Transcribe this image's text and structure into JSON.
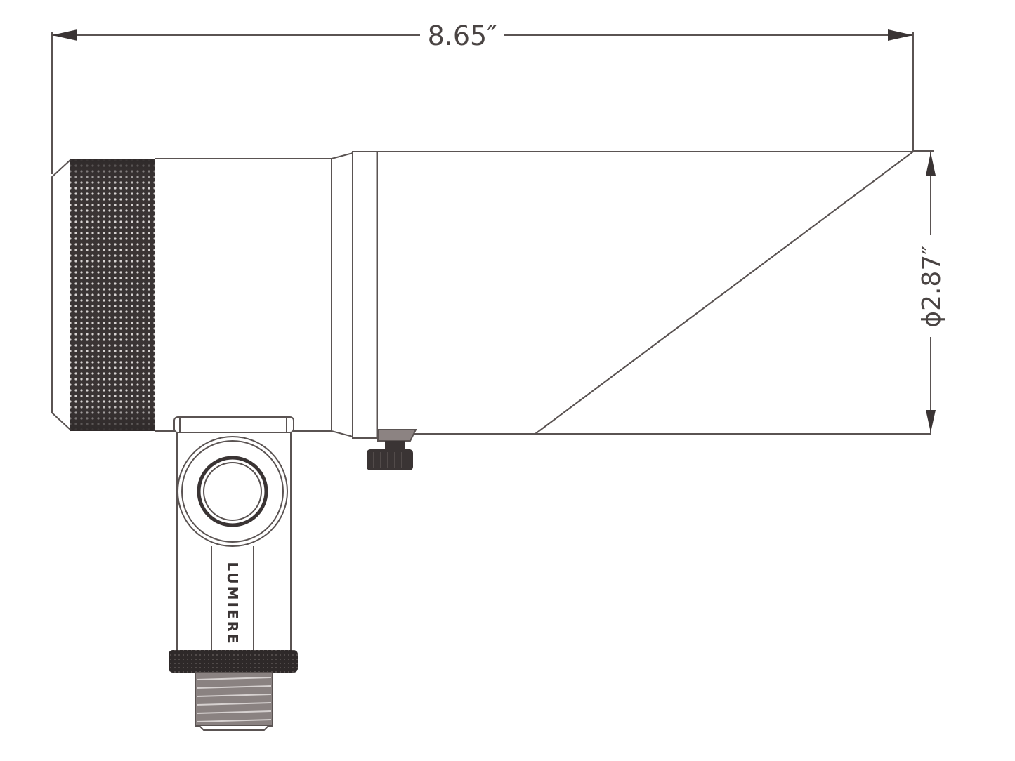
{
  "drawing": {
    "subject": "landscape spot light fixture side profile",
    "colors": {
      "line": "#5a5352",
      "dark": "#3a3434",
      "background": "#ffffff"
    },
    "dimensions": {
      "overall_length": "8.65″",
      "diameter": "ϕ2.87″"
    },
    "labels": {
      "brand_mark": "LUMIERE"
    }
  }
}
